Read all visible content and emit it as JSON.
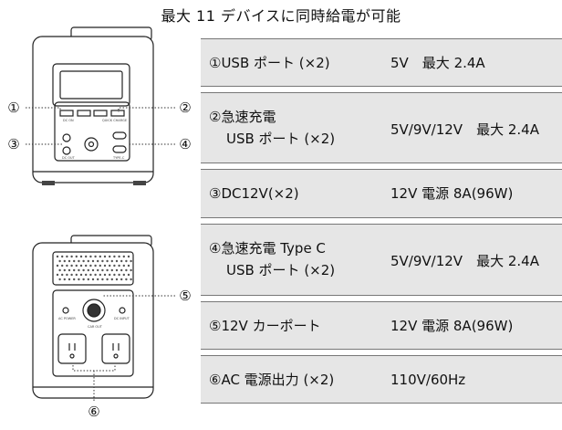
{
  "title": "最大 11 デバイスに同時給電が可能",
  "device_front_labels": {
    "p1": "DC ON",
    "p2": "QUICK CHARGE",
    "p3": "DC OUT",
    "p4": "TYPE-C"
  },
  "device_back_labels": {
    "p1": "AC POWER",
    "p2": "CAR OUT",
    "p3": "DC INPUT"
  },
  "callouts": [
    "①",
    "②",
    "③",
    "④",
    "⑤",
    "⑥"
  ],
  "rows": [
    {
      "l1": "①USB ポート (×2)",
      "l2": "",
      "r": "5V　最大 2.4A"
    },
    {
      "l1": "②急速充電",
      "l2": "USB ポート (×2)",
      "r": "5V/9V/12V　最大 2.4A"
    },
    {
      "l1": "③DC12V(×2)",
      "l2": "",
      "r": "12V 電源 8A(96W)"
    },
    {
      "l1": "④急速充電 Type C",
      "l2": "USB ポート (×2)",
      "r": "5V/9V/12V　最大 2.4A"
    },
    {
      "l1": "⑤12V カーポート",
      "l2": "",
      "r": "12V 電源 8A(96W)"
    },
    {
      "l1": "⑥AC 電源出力 (×2)",
      "l2": "",
      "r": "110V/60Hz"
    }
  ]
}
